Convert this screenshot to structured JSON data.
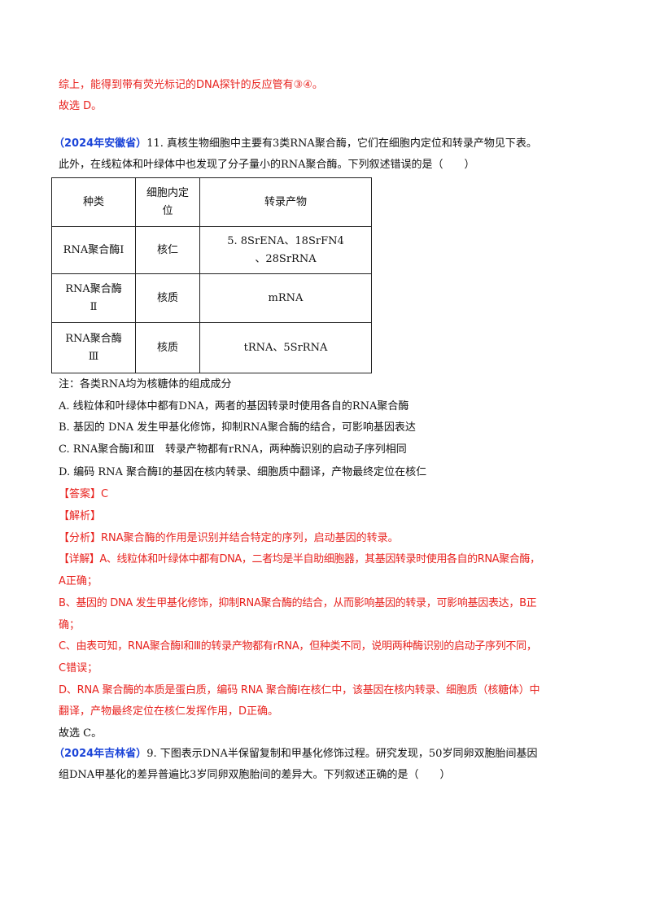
{
  "lines_top": [
    "综上，能得到带有荧光标记的DNA探针的反应管有③④。",
    "故选 D。"
  ],
  "q11": {
    "tag": "（2024年安徽省）",
    "line1": "11. 真核生物细胞中主要有3类RNA聚合酶，它们在细胞内定位和转录产物见下表。",
    "line2": "此外，在线粒体和叶绿体中也发现了分子量小的RNA聚合酶。下列叙述错误的是（　　）"
  },
  "table": {
    "headers": [
      "种类",
      "细胞内定位",
      "转录产物"
    ],
    "rows": [
      [
        "RNA聚合酶Ⅰ",
        "核仁",
        "5. 8SrENA、18SrFN4 、28SrRNA"
      ],
      [
        "RNA聚合酶Ⅱ",
        "核质",
        "mRNA"
      ],
      [
        "RNA聚合酶Ⅲ",
        "核质",
        "tRNA、5SrRNA"
      ]
    ]
  },
  "note": "注：各类RNA均为核糖体的组成成分",
  "options": [
    "A. 线粒体和叶绿体中都有DNA，两者的基因转录时使用各自的RNA聚合酶",
    "B. 基因的 DNA 发生甲基化修饰，抑制RNA聚合酶的结合，可影响基因表达",
    "C. RNA聚合酶Ⅰ和Ⅲ　转录产物都有rRNA，两种酶识别的启动子序列相同",
    "D. 编码 RNA 聚合酶Ⅰ的基因在核内转录、细胞质中翻译，产物最终定位在核仁"
  ],
  "answer": [
    "【答案】C",
    "【解析】",
    "【分析】RNA聚合酶的作用是识别并结合特定的序列，启动基因的转录。",
    "【详解】A、线粒体和叶绿体中都有DNA，二者均是半自助细胞器，其基因转录时使用各自的RNA聚合酶，",
    "A正确；",
    "B、基因的 DNA 发生甲基化修饰，抑制RNA聚合酶的结合，从而影响基因的转录，可影响基因表达，B正",
    "确；",
    "C、由表可知，RNA聚合酶Ⅰ和Ⅲ的转录产物都有rRNA，但种类不同，说明两种酶识别的启动子序列不同，",
    "C错误；",
    "D、RNA 聚合酶的本质是蛋白质，编码 RNA 聚合酶Ⅰ在核仁中，该基因在核内转录、细胞质（核糖体）中",
    "翻译，产物最终定位在核仁发挥作用，D正确。"
  ],
  "answer_end": "故选 C。",
  "q9": {
    "tag": "（2024年吉林省）",
    "line1": "9. 下图表示DNA半保留复制和甲基化修饰过程。研究发现，50岁同卵双胞胎间基因",
    "line2": "组DNA甲基化的差异普遍比3岁同卵双胞胎间的差异大。下列叙述正确的是（　　）"
  }
}
